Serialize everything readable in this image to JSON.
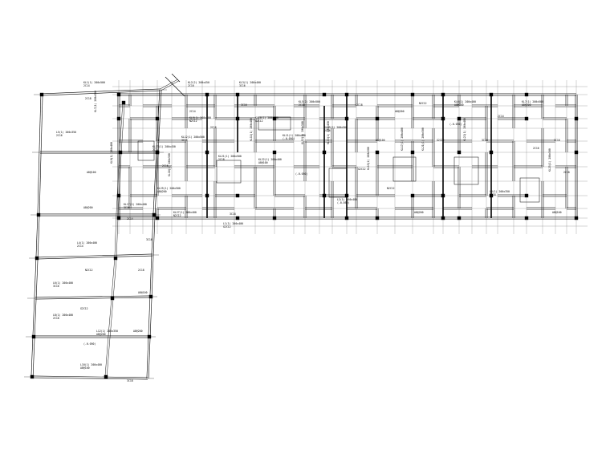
{
  "plan": {
    "beam_labels": [
      "KL1(1) 200x500",
      "KL2(2) 200x450",
      "KL3(1) 200x400",
      "KL5(2) 200x500",
      "KL6(1) 200x400",
      "KL7(1) 200x500",
      "KL9(1) 200x400",
      "KL10(1) 200x500",
      "KL11(1) 200x400",
      "KL12(1) 200x500",
      "KL13(1) 200x450",
      "KL15(2) 200x500",
      "KL17(1) 200x400",
      "KL21(1) 200x500",
      "KL22(1) 200x400",
      "KL25(1) 200x500",
      "KL27(1) 200x400",
      "L1(1) 200x400",
      "L2(1) 200x400",
      "L3(1) 200x350",
      "L4(1) 200x400",
      "L5(1) 200x350",
      "L6(1) 200x400",
      "L8(1) 200x400",
      "L10(1) 200x400",
      "L12(1) 200x350"
    ],
    "short_tags": [
      "2C14",
      "2C16",
      "3C16",
      "2C18",
      "A8@100",
      "A8@200",
      "N2C12",
      "G2C12",
      "(-0.050)",
      "3C18"
    ]
  }
}
